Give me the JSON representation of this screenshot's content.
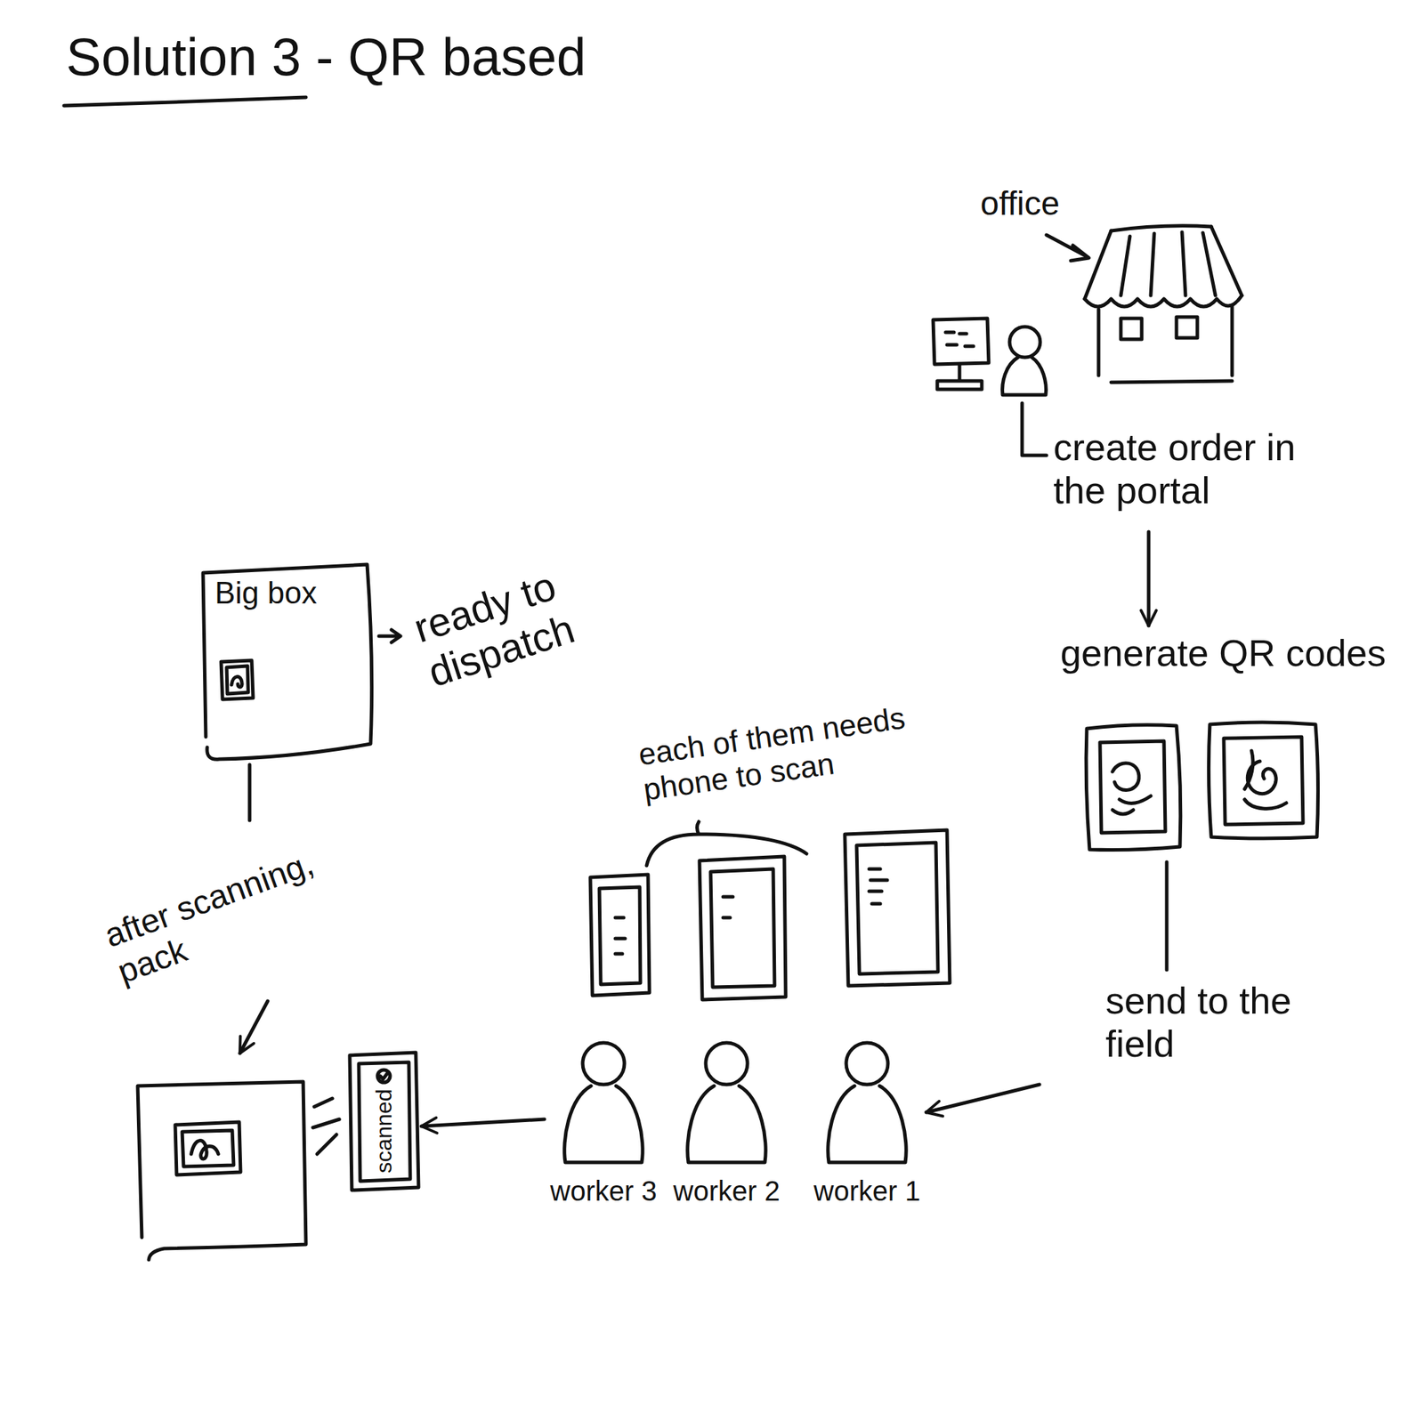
{
  "diagram": {
    "title": "Solution 3 - QR based",
    "nodes": [
      {
        "text": [
          "office"
        ]
      },
      {
        "text": [
          "generate QR codes"
        ]
      },
      {
        "text": [
          "worker 1"
        ]
      },
      {
        "text": [
          "worker 2"
        ]
      },
      {
        "text": [
          "worker 3"
        ]
      },
      {
        "text": [
          "scanned"
        ]
      },
      {
        "text": [
          "Big box"
        ]
      }
    ],
    "edges": [
      {
        "from": 0,
        "to": 1,
        "arrow": "to",
        "label": "create order in the portal"
      },
      {
        "from": 1,
        "to": 2,
        "arrow": "to",
        "label": "send to the field"
      },
      {
        "from": 4,
        "to": 5,
        "arrow": "to"
      },
      {
        "from": 6,
        "to": 5,
        "arrow": "to",
        "label": "after scanning, pack"
      }
    ],
    "labels": [
      "ready to dispatch",
      "each of them needs phone to scan"
    ]
  }
}
